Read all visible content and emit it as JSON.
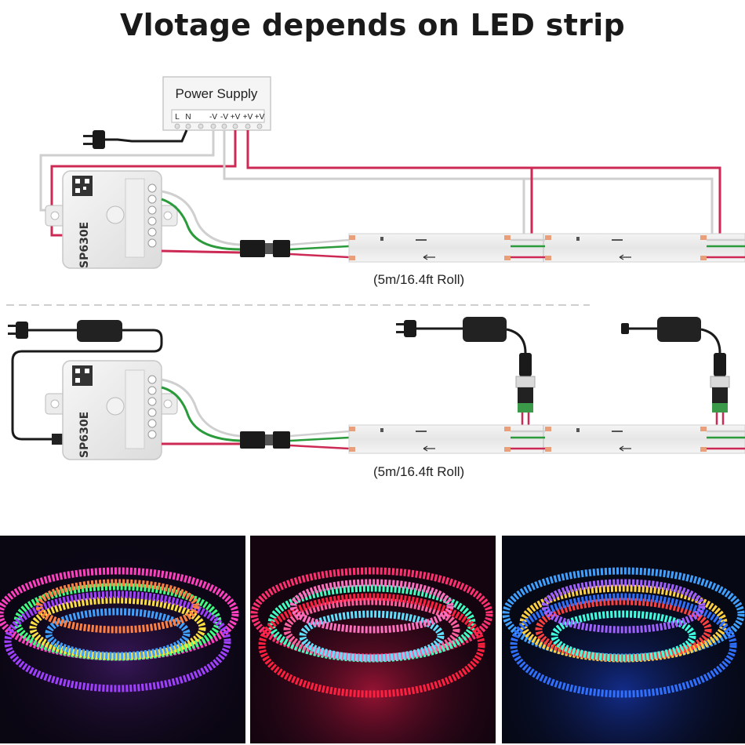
{
  "title": "Vlotage depends on LED strip",
  "power_supply": {
    "label": "Power Supply",
    "terminals": [
      "L",
      "N",
      "",
      "-V",
      "-V",
      "+V",
      "+V"
    ]
  },
  "controller": {
    "model": "SP630E"
  },
  "strip": {
    "roll_label": "(5m/16.4ft Roll)"
  },
  "colors": {
    "wire_red": "#cc2a55",
    "wire_green": "#2a9a3a",
    "wire_white": "#cfcfcf",
    "wire_black": "#1a1a1a"
  },
  "photos": [
    {
      "name": "rainbow-strip-photo"
    },
    {
      "name": "pink-strip-photo"
    },
    {
      "name": "blue-strip-photo"
    }
  ]
}
